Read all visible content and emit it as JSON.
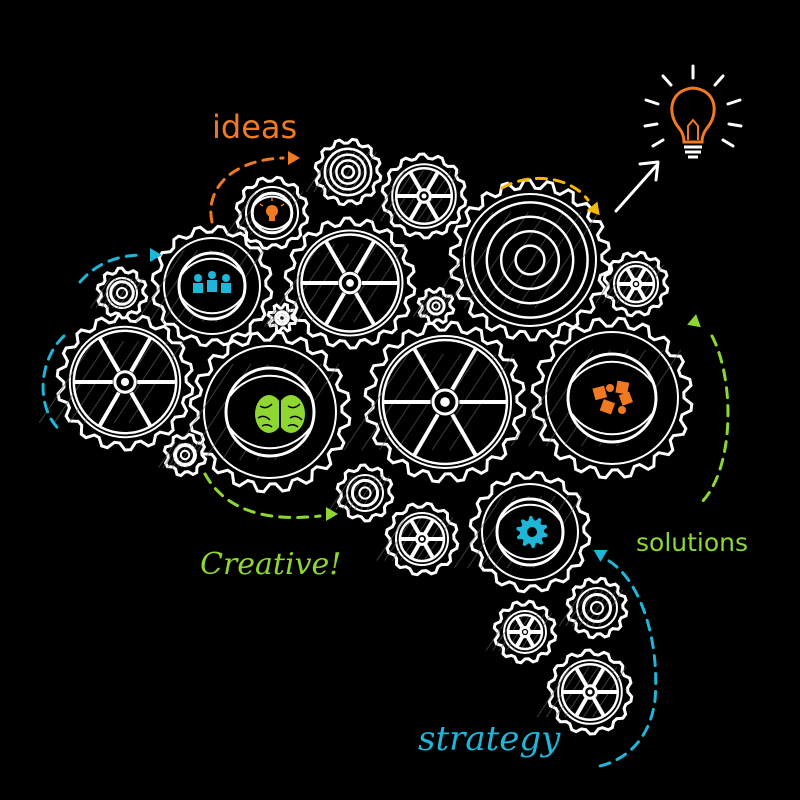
{
  "labels": {
    "ideas": "ideas",
    "creative": "Creative!",
    "solutions": "solutions",
    "strategy": "strategy"
  },
  "colors": {
    "background": "#000000",
    "gear": "#ffffff",
    "orange": "#f07a22",
    "cyan": "#1fb6d8",
    "green": "#8ed631",
    "yellow": "#f5b800"
  },
  "icons": {
    "lightbulb": "lightbulb-icon",
    "brain": "brain-icon",
    "puzzle": "puzzle-icon",
    "people": "people-icon",
    "small_gear": "gear-icon",
    "small_bulb": "small-bulb-icon"
  }
}
